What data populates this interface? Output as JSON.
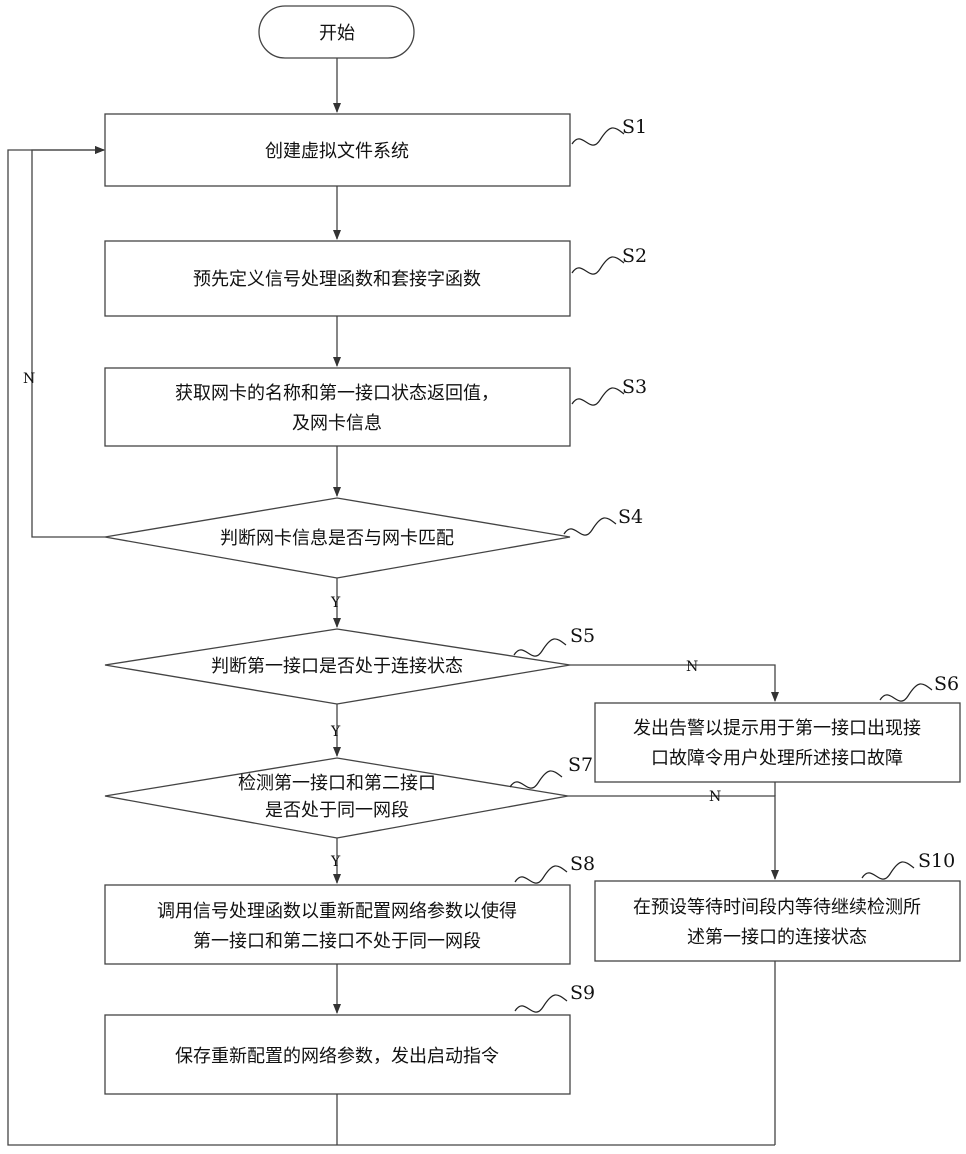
{
  "nodes": {
    "start": {
      "text": "开始"
    },
    "s1": {
      "step": "S1",
      "text": "创建虚拟文件系统"
    },
    "s2": {
      "step": "S2",
      "text": "预先定义信号处理函数和套接字函数"
    },
    "s3": {
      "step": "S3",
      "line1": "获取网卡的名称和第一接口状态返回值，",
      "line2": "及网卡信息"
    },
    "s4": {
      "step": "S4",
      "text": "判断网卡信息是否与网卡匹配"
    },
    "s5": {
      "step": "S5",
      "text": "判断第一接口是否处于连接状态"
    },
    "s6": {
      "step": "S6",
      "line1": "发出告警以提示用于第一接口出现接",
      "line2": "口故障令用户处理所述接口故障"
    },
    "s7": {
      "step": "S7",
      "line1": "检测第一接口和第二接口",
      "line2": "是否处于同一网段"
    },
    "s8": {
      "step": "S8",
      "line1": "调用信号处理函数以重新配置网络参数以使得",
      "line2": "第一接口和第二接口不处于同一网段"
    },
    "s9": {
      "step": "S9",
      "text": "保存重新配置的网络参数，发出启动指令"
    },
    "s10": {
      "step": "S10",
      "line1": "在预设等待时间段内等待继续检测所",
      "line2": "述第一接口的连接状态"
    }
  },
  "edge_labels": {
    "s4_no": "N",
    "s4_yes": "Y",
    "s5_no": "N",
    "s5_yes": "Y",
    "s7_no": "N",
    "s7_yes": "Y"
  }
}
